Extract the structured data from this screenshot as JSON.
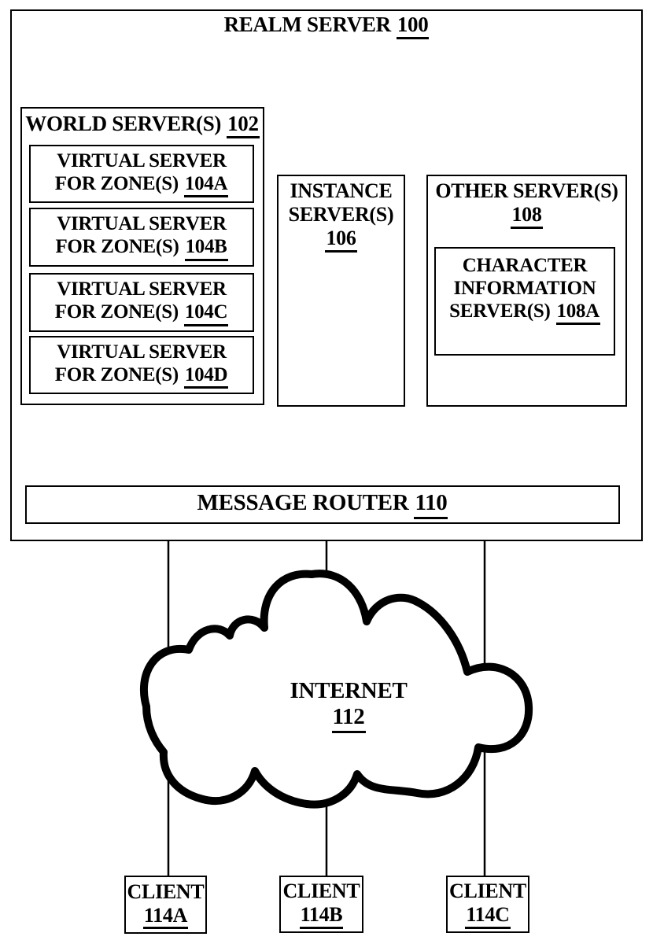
{
  "colors": {
    "ink": "#000000",
    "paper": "#ffffff"
  },
  "realm": {
    "title": "REALM SERVER",
    "ref": "100"
  },
  "world": {
    "title": "WORLD SERVER(S)",
    "ref": "102",
    "zones": [
      {
        "line1": "VIRTUAL SERVER",
        "line2": "FOR ZONE(S)",
        "ref": "104A"
      },
      {
        "line1": "VIRTUAL SERVER",
        "line2": "FOR ZONE(S)",
        "ref": "104B"
      },
      {
        "line1": "VIRTUAL SERVER",
        "line2": "FOR ZONE(S)",
        "ref": "104C"
      },
      {
        "line1": "VIRTUAL SERVER",
        "line2": "FOR ZONE(S)",
        "ref": "104D"
      }
    ]
  },
  "instance": {
    "line1": "INSTANCE",
    "line2": "SERVER(S)",
    "ref": "106"
  },
  "other": {
    "title": "OTHER SERVER(S)",
    "ref": "108"
  },
  "character": {
    "line1": "CHARACTER",
    "line2": "INFORMATION",
    "line3": "SERVER(S)",
    "ref": "108A"
  },
  "router": {
    "title": "MESSAGE ROUTER",
    "ref": "110"
  },
  "internet": {
    "title": "INTERNET",
    "ref": "112"
  },
  "clients": [
    {
      "title": "CLIENT",
      "ref": "114A"
    },
    {
      "title": "CLIENT",
      "ref": "114B"
    },
    {
      "title": "CLIENT",
      "ref": "114C"
    }
  ]
}
